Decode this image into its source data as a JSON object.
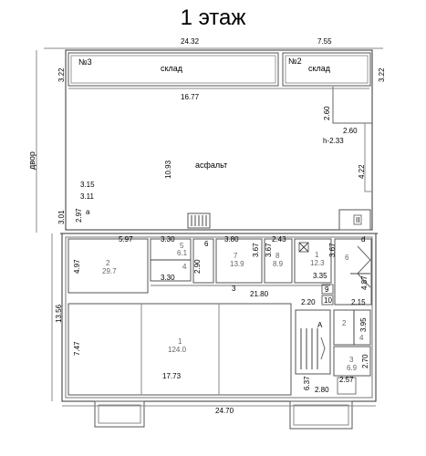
{
  "title": "1 этаж",
  "upper": {
    "dims": {
      "top_left_width": "24.32",
      "top_right_width": "7.55",
      "left_top": "3.22",
      "right_top": "3.22",
      "width_16_77": "16.77",
      "height_2_60": "2.60",
      "width_2_60": "2.60",
      "height_h": "h-2.33",
      "height_10_93": "10.93",
      "right_4_22": "4.22",
      "left_3_15": "3.15",
      "left_3_11": "3.11",
      "left_3_01": "3.01",
      "left_2_97": "2.97",
      "letter_a": "a"
    },
    "rooms": {
      "no3": "№3",
      "no3_name": "склад",
      "no2": "№2",
      "no2_name": "склад",
      "yard_surface": "асфальт"
    },
    "side_label": "двор",
    "stair_mark": "II"
  },
  "lower": {
    "dims": {
      "d_5_97": "5.97",
      "d_3_30a": "3.30",
      "d_4_97": "4.97",
      "d_6": "6",
      "d_3_80": "3.80",
      "d_2_43": "2.43",
      "d_2_90": "2.90",
      "d_3_67a": "3.67",
      "d_3_67b": "3.67",
      "d_3_67c": "3.67",
      "d_3_30b": "3.30",
      "d_3_35": "3.35",
      "d_3": "3",
      "d_21_80": "21.80",
      "d_4_87": "4.87",
      "d_13_56": "13.56",
      "d_7_47": "7.47",
      "d_2_20": "2.20",
      "d_2_15": "2.15",
      "d_9": "9",
      "d_10": "10",
      "d_17_73": "17.73",
      "d_3_95": "3.95",
      "d_2_70": "2.70",
      "d_6_37": "6.37",
      "d_2_80": "2.80",
      "d_2_57": "2.57",
      "d_24_70": "24.70"
    },
    "rooms": {
      "r2": "2",
      "r2_area": "29.7",
      "r5": "5",
      "r5_area": "6.1",
      "r4": "4",
      "r7": "7",
      "r7_area": "13.9",
      "r8": "8",
      "r8_area": "8.9",
      "r1": "1",
      "r1_area": "12.3",
      "r6": "6",
      "r_big": "1",
      "r_big_area": "124.0",
      "r_small2": "2",
      "r_small3": "3",
      "r_small3_area": "6.9",
      "r_small4": "4",
      "stair_a": "A",
      "corner_mark": "d"
    }
  }
}
